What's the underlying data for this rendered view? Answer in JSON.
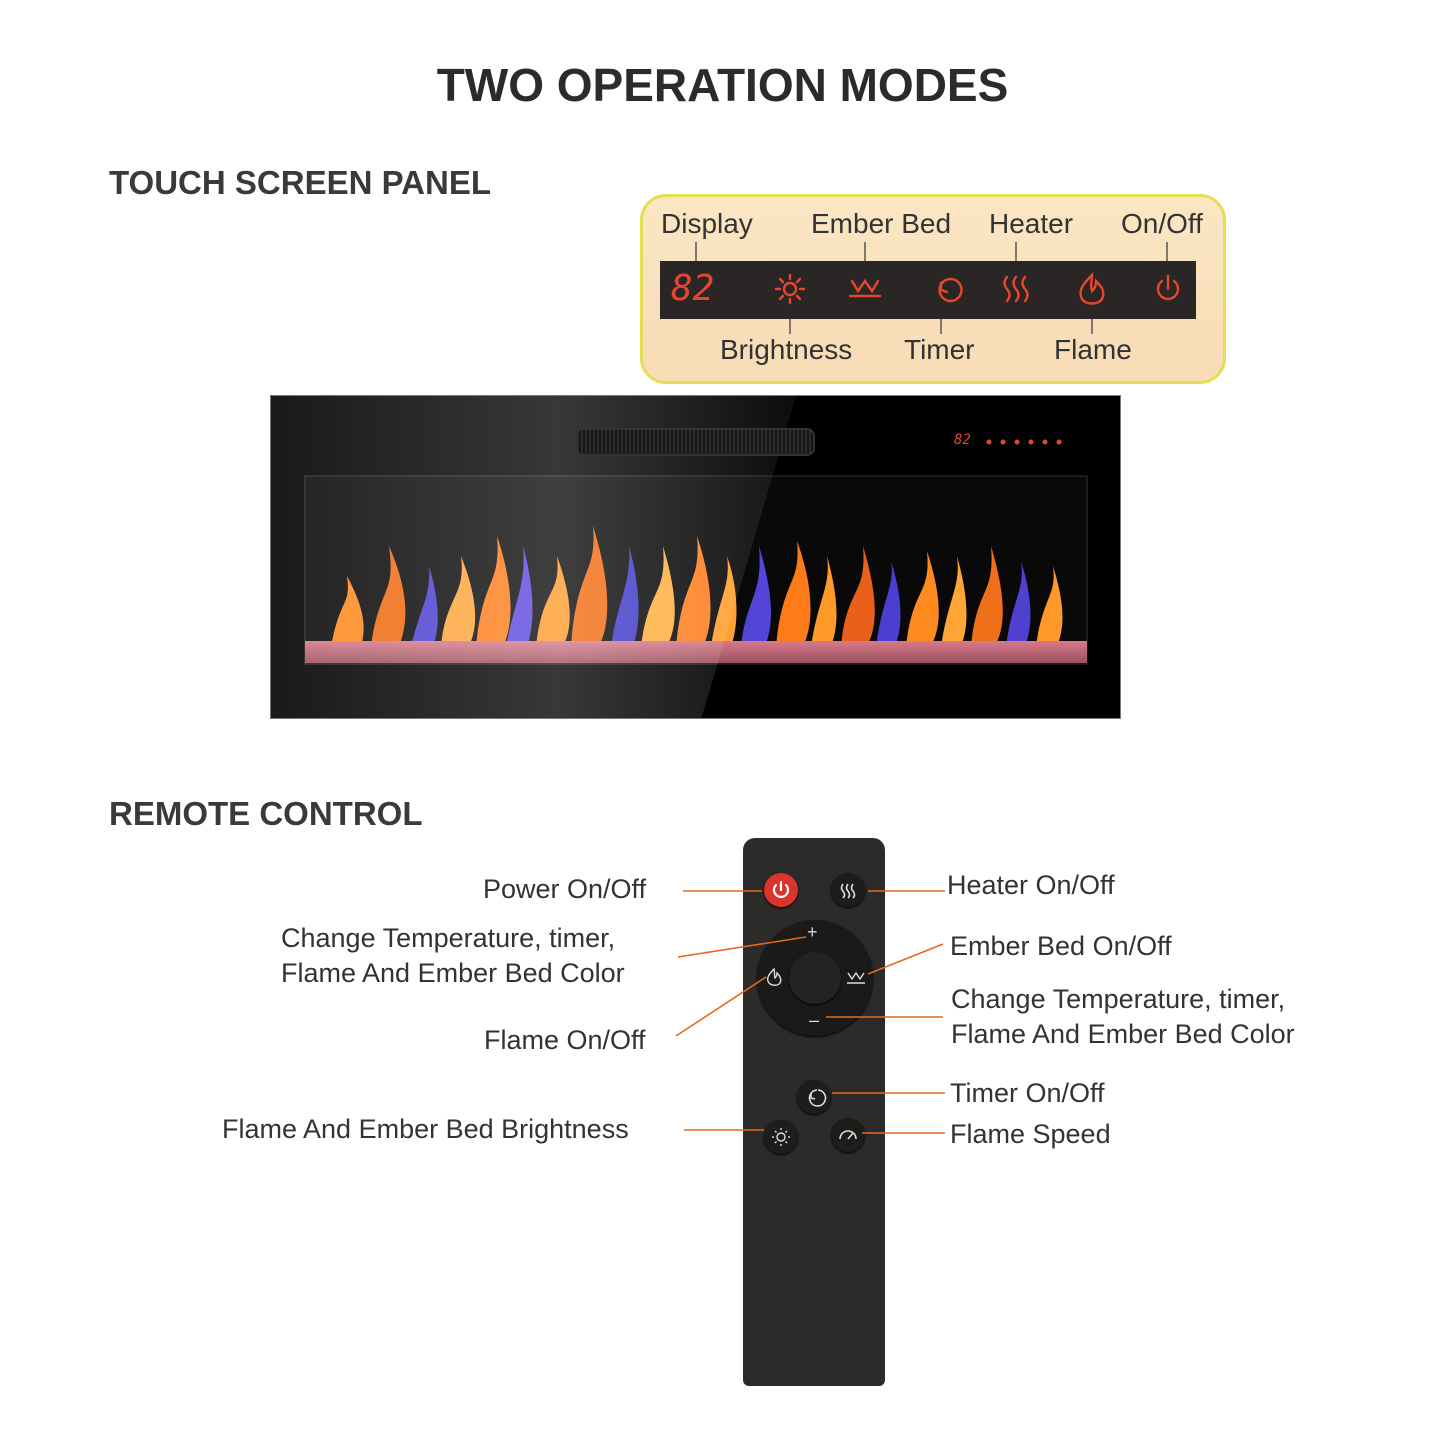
{
  "title": "TWO OPERATION MODES",
  "touch_section": {
    "heading": "TOUCH SCREEN PANEL",
    "display_value": "82",
    "top_labels": [
      "Display",
      "Ember Bed",
      "Heater",
      "On/Off"
    ],
    "bottom_labels": [
      "Brightness",
      "Timer",
      "Flame"
    ],
    "icons": [
      "sun-icon",
      "ember-bed-icon",
      "timer-icon",
      "heater-icon",
      "flame-icon",
      "power-icon"
    ],
    "accent_color": "#e8452d"
  },
  "remote_section": {
    "heading": "REMOTE CONTROL",
    "left_labels": {
      "power": "Power On/Off",
      "change_up_line1": "Change Temperature, timer,",
      "change_up_line2": "Flame And Ember Bed Color",
      "flame": "Flame On/Off",
      "brightness": "Flame And Ember Bed Brightness"
    },
    "right_labels": {
      "heater": "Heater On/Off",
      "ember": "Ember Bed On/Off",
      "change_down_line1": "Change Temperature, timer,",
      "change_down_line2": "Flame And Ember Bed Color",
      "timer": "Timer On/Off",
      "speed": "Flame Speed"
    },
    "plus_symbol": "+",
    "minus_symbol": "–",
    "leader_color": "#e46a1c",
    "power_button_color": "#d9352a"
  }
}
